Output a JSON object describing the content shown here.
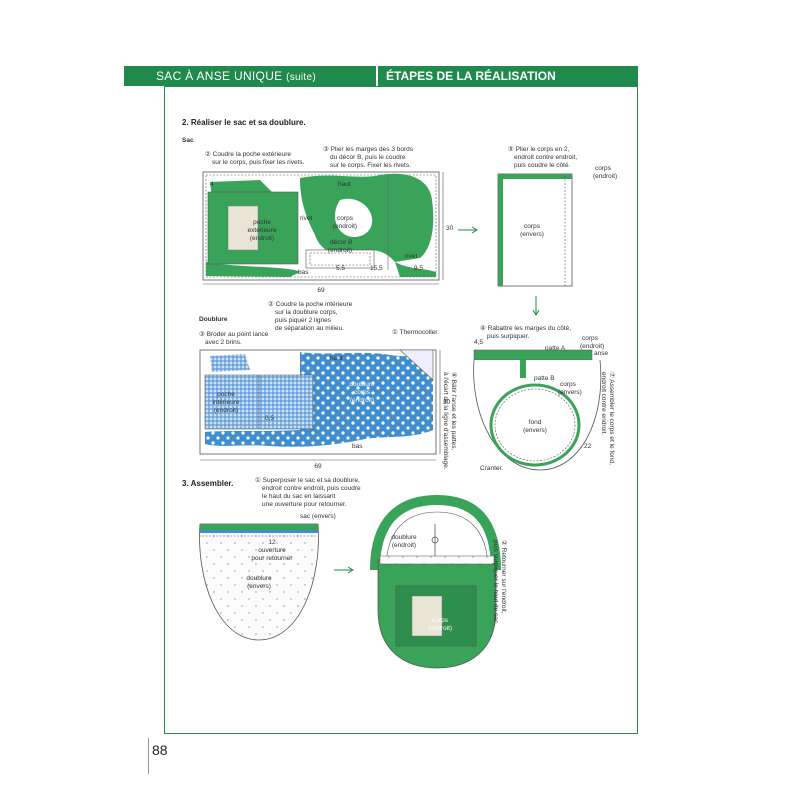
{
  "header": {
    "left_title": "SAC À ANSE UNIQUE",
    "left_suite": "(suite)",
    "right_title": "ÉTAPES DE LA RÉALISATION"
  },
  "page_number": "88",
  "section2": {
    "title": "2. Réaliser le sac et sa doublure.",
    "sac_label": "Sac",
    "step2": [
      "② Coudre la poche extérieure",
      "sur le corps, puis fixer les rivets."
    ],
    "step3": [
      "③ Plier les marges des 3 bords",
      "du décor B, puis le coudre",
      "sur le corps. Fixer les rivets."
    ],
    "step5": [
      "⑤ Plier le corps en 2,",
      "endroit contre endroit,",
      "puis coudre le côté."
    ],
    "labels": {
      "poche_ext": [
        "poche",
        "extérieure",
        "(endroit)"
      ],
      "haut": "haut",
      "corps_endroit": [
        "corps",
        "(endroit)"
      ],
      "rivet": "rivet",
      "decor_b": [
        "décor B",
        "(endroit)"
      ],
      "bas": "bas",
      "corps_envers": [
        "corps",
        "(envers)"
      ],
      "corps_endroit_right": [
        "corps",
        "(endroit)"
      ]
    },
    "dims": {
      "w69": "69",
      "h30": "30",
      "d4": "4",
      "d55": "5,5",
      "d155": "15,5",
      "d95": "9,5"
    }
  },
  "doublure": {
    "label": "Doublure",
    "step2": [
      "② Coudre la poche intérieure",
      "sur la doublure corps,",
      "puis piquer 2 lignes",
      "de séparation au milieu."
    ],
    "step3": [
      "③ Broder au point lancé",
      "avec 2 brins."
    ],
    "step1": "① Thermocoller.",
    "poche_int": [
      "poche",
      "intérieure",
      "(endroit)"
    ],
    "haut": "haut",
    "bas": "bas",
    "doublure_corps": [
      "doublure",
      "corps",
      "(endroit)"
    ],
    "d05": "0,5",
    "w69": "69",
    "h30": "30"
  },
  "anse": {
    "step4": [
      "④ Rabattre les marges du côté,",
      "puis surpiquer."
    ],
    "d45": "4,5",
    "patte_a": "patte A",
    "corps_endroit": [
      "corps",
      "(endroit)"
    ],
    "anse": "anse",
    "patte_b": "patte B",
    "corps_envers": [
      "corps",
      "(envers)"
    ],
    "fond": [
      "fond",
      "(envers)"
    ],
    "d22": "22",
    "cranter": "Cranter.",
    "step6": [
      "⑥ Bâtir l'anse et les pattes,",
      "à l'écart de la ligne d'assemblage."
    ],
    "step7": [
      "⑦ Assembler le corps et le fond,",
      "endroit contre endroit."
    ]
  },
  "section3": {
    "title": "3. Assembler.",
    "step1": [
      "① Superposer le sac et sa doublure,",
      "endroit contre endroit, puis coudre",
      "le haut du sac en laissant",
      "une ouverture pour retourner."
    ],
    "sac_envers": "sac (envers)",
    "d12": "12",
    "ouverture": [
      "ouverture",
      "pour retourner"
    ],
    "doublure_envers": [
      "doublure",
      "(envers)"
    ],
    "doublure_endroit": [
      "doublure",
      "(endroit)"
    ],
    "corps_endroit": [
      "corps",
      "(endroit)"
    ],
    "step2": [
      "② Retourner sur l'endroit,",
      "puis surpiquer le haut du sac."
    ]
  }
}
